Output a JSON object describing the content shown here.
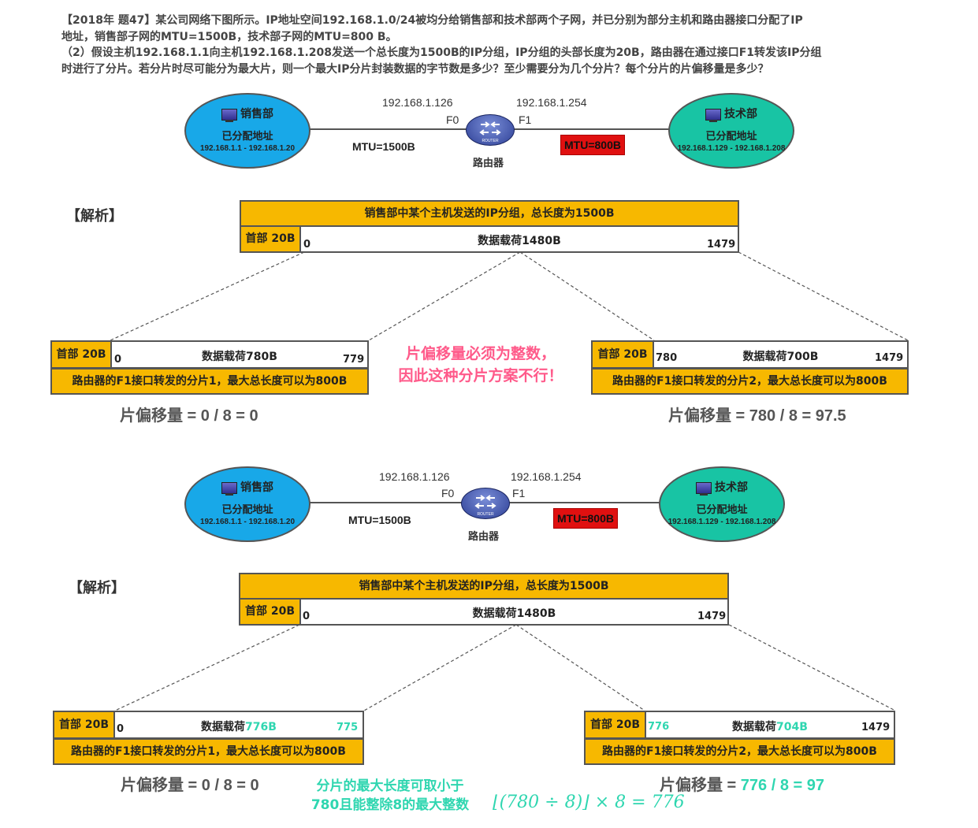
{
  "question": {
    "line1": "【2018年 题47】某公司网络下图所示。IP地址空间192.168.1.0/24被均分给销售部和技术部两个子网，并已分别为部分主机和路由器接口分配了IP",
    "line2": "地址，销售部子网的MTU=1500B，技术部子网的MTU=800 B。",
    "line3": "（2）假设主机192.168.1.1向主机192.168.1.208发送一个总长度为1500B的IP分组，IP分组的头部长度为20B，路由器在通过接口F1转发该IP分组",
    "line4": "时进行了分片。若分片时尽可能分为最大片，则一个最大IP分片封装数据的字节数是多少？至少需要分为几个分片？每个分片的片偏移量是多少？"
  },
  "network": {
    "sales": {
      "title": "销售部",
      "assigned": "已分配地址",
      "range": "192.168.1.1 - 192.168.1.20"
    },
    "tech": {
      "title": "技术部",
      "assigned": "已分配地址",
      "range": "192.168.1.129 - 192.168.1.208"
    },
    "f0_ip": "192.168.1.126",
    "f1_ip": "192.168.1.254",
    "f0": "F0",
    "f1": "F1",
    "router_label": "路由器",
    "router_badge": "ROUTER",
    "mtu_left": "MTU=1500B",
    "mtu_right": "MTU=800B"
  },
  "analysis_label": "【解析】",
  "original": {
    "title": "销售部中某个主机发送的IP分组，总长度为1500B",
    "header": "首部 20B",
    "payload": "数据载荷1480B",
    "start": "0",
    "end": "1479"
  },
  "attempt1": {
    "frag1": {
      "header": "首部 20B",
      "start": "0",
      "payload": "数据载荷780B",
      "end": "779",
      "caption": "路由器的F1接口转发的分片1，最大总长度可以为800B",
      "offset": "片偏移量 = 0 / 8 = 0"
    },
    "frag2": {
      "header": "首部 20B",
      "start": "780",
      "payload": "数据载荷700B",
      "end": "1479",
      "caption": "路由器的F1接口转发的分片2，最大总长度可以为800B",
      "offset": "片偏移量 = 780 / 8 = 97.5"
    },
    "warning_line1": "片偏移量必须为整数，",
    "warning_line2": "因此这种分片方案不行！"
  },
  "attempt2": {
    "frag1": {
      "header": "首部 20B",
      "start": "0",
      "payload_prefix": "数据载荷",
      "payload_value": "776B",
      "end": "775",
      "caption": "路由器的F1接口转发的分片1，最大总长度可以为800B",
      "offset": "片偏移量 = 0 / 8 = 0"
    },
    "frag2": {
      "header": "首部 20B",
      "start": "776",
      "payload_prefix": "数据载荷",
      "payload_value": "704B",
      "end": "1479",
      "caption": "路由器的F1接口转发的分片2，最大总长度可以为800B",
      "offset_prefix": "片偏移量 = ",
      "offset_value": "776 / 8 = 97"
    },
    "note_line1": "分片的最大长度可取小于",
    "note_line2": "780且能整除8的最大整数",
    "formula": "⌊(780 ÷ 8)⌋ × 8 = 776"
  },
  "colors": {
    "sales": "#18a8e8",
    "tech": "#18c4a4",
    "bar": "#f7b800",
    "mtu_alert": "#e01010",
    "warn": "#ff5a8a",
    "teal": "#2fd6b0"
  }
}
